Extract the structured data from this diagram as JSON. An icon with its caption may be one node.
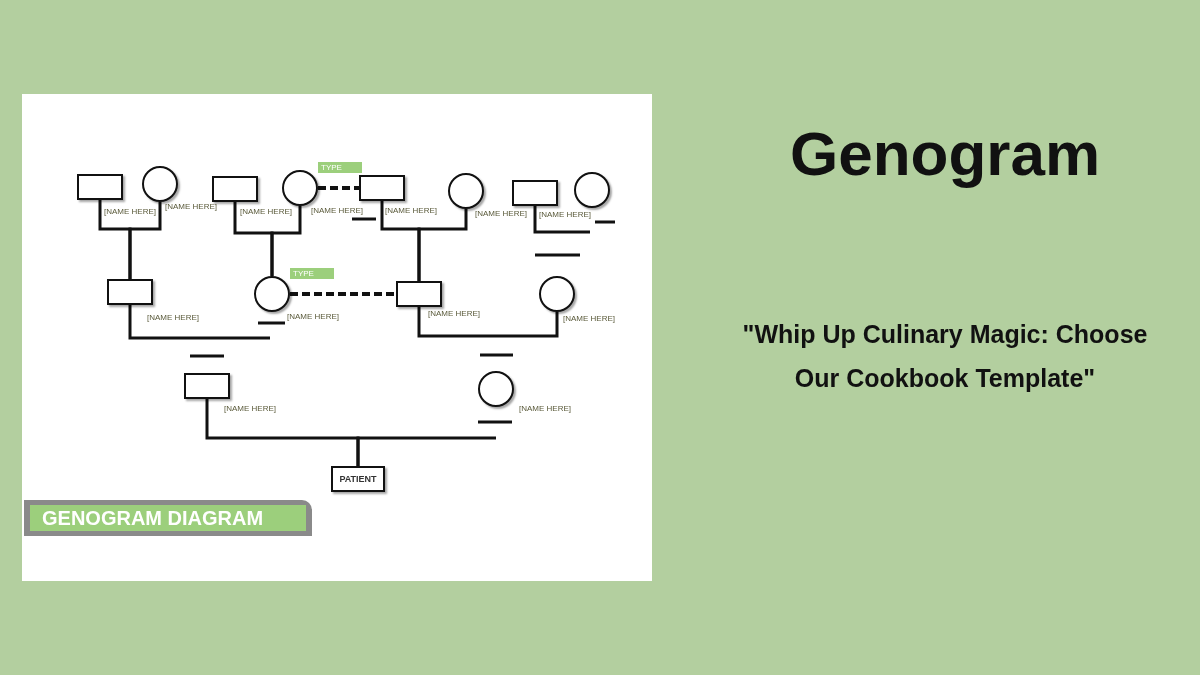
{
  "diagram": {
    "title": "Genogram",
    "nodes": [
      {
        "text": [],
        "shape": "box",
        "beside": [
          "[NAME HERE]"
        ]
      },
      {
        "text": [],
        "shape": "circle",
        "beside": [
          "[NAME HERE]"
        ]
      },
      {
        "text": [],
        "shape": "box",
        "beside": [
          "[NAME HERE]"
        ]
      },
      {
        "text": [],
        "shape": "circle",
        "beside": [
          "[NAME HERE]"
        ]
      },
      {
        "text": [],
        "shape": "box",
        "beside": [
          "[NAME HERE]"
        ]
      },
      {
        "text": [],
        "shape": "circle",
        "beside": [
          "[NAME HERE]"
        ]
      },
      {
        "text": [],
        "shape": "box",
        "beside": [
          "[NAME HERE]"
        ]
      },
      {
        "text": [],
        "shape": "circle"
      },
      {
        "text": [],
        "shape": "box",
        "beside": [
          "[NAME HERE]"
        ]
      },
      {
        "text": [],
        "shape": "circle",
        "beside": [
          "[NAME HERE]"
        ]
      },
      {
        "text": [],
        "shape": "box",
        "beside": [
          "[NAME HERE]"
        ]
      },
      {
        "text": [],
        "shape": "circle",
        "beside": [
          "[NAME HERE]"
        ]
      },
      {
        "text": [],
        "shape": "box",
        "beside": [
          "[NAME HERE]"
        ]
      },
      {
        "text": [],
        "shape": "circle",
        "beside": [
          "[NAME HERE]"
        ]
      },
      {
        "text": [
          "PATIENT"
        ]
      }
    ],
    "edges": [
      {
        "from": 0,
        "to": 8,
        "arrow": "none"
      },
      {
        "from": 1,
        "to": 8,
        "arrow": "none"
      },
      {
        "from": 2,
        "to": 9,
        "arrow": "none"
      },
      {
        "from": 3,
        "to": 9,
        "arrow": "none"
      },
      {
        "from": 3,
        "to": 4,
        "arrow": "none",
        "label": "TYPE",
        "style": "dashed"
      },
      {
        "from": 4,
        "to": 10,
        "arrow": "none"
      },
      {
        "from": 5,
        "to": 10,
        "arrow": "none"
      },
      {
        "from": 6,
        "to": null,
        "arrow": "none"
      },
      {
        "from": 8,
        "to": null,
        "arrow": "none"
      },
      {
        "from": 9,
        "to": 10,
        "arrow": "none",
        "label": "TYPE",
        "style": "dashed"
      },
      {
        "from": 10,
        "to": 11,
        "arrow": "none"
      },
      {
        "from": 12,
        "to": 14,
        "arrow": "none"
      },
      {
        "from": null,
        "to": 14,
        "arrow": "none"
      }
    ],
    "labels": [
      "GENOGRAM DIAGRAM",
      "\"Whip Up Culinary Magic: Choose Our Cookbook Template\""
    ]
  }
}
